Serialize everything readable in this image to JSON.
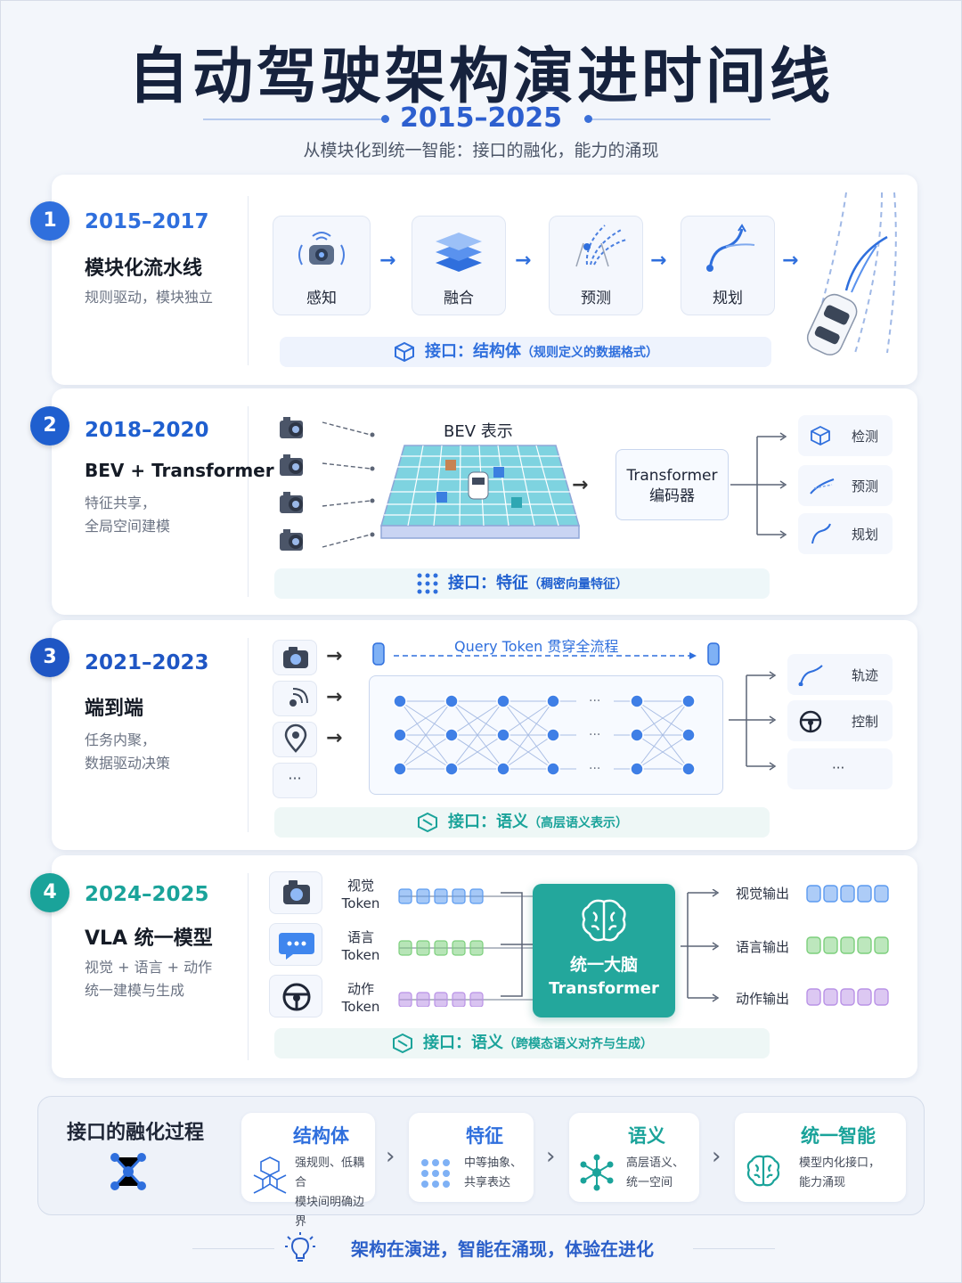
{
  "header": {
    "title": "自动驾驶架构演进时间线",
    "years": "2015–2025",
    "subtitle": "从模块化到统一智能：接口的融化，能力的涌现"
  },
  "eras": [
    {
      "num": "1",
      "years": "2015–2017",
      "name": "模块化流水线",
      "desc": [
        "规则驱动，模块独立"
      ],
      "color": "#2f6fdd",
      "stages": [
        "感知",
        "融合",
        "预测",
        "规划"
      ],
      "interface": {
        "label": "接口：结构体",
        "note": "（规则定义的数据格式）"
      }
    },
    {
      "num": "2",
      "years": "2018–2020",
      "name": "BEV + Transformer",
      "desc": [
        "特征共享，",
        "全局空间建模"
      ],
      "color": "#1f5fcf",
      "bev_label": "BEV 表示",
      "encoder": [
        "Transformer",
        "编码器"
      ],
      "outputs": [
        "检测",
        "预测",
        "规划"
      ],
      "interface": {
        "label": "接口：特征",
        "note": "（稠密向量特征）"
      }
    },
    {
      "num": "3",
      "years": "2021–2023",
      "name": "端到端",
      "desc": [
        "任务内聚，",
        "数据驱动决策"
      ],
      "color": "#1f56c4",
      "query_label": "Query Token 贯穿全流程",
      "inputs_more": "···",
      "outputs": [
        "轨迹",
        "控制",
        "···"
      ],
      "interface": {
        "label": "接口：语义",
        "note": "（高层语义表示）"
      }
    },
    {
      "num": "4",
      "years": "2024–2025",
      "name": "VLA 统一模型",
      "desc": [
        "视觉 + 语言 + 动作",
        "统一建模与生成"
      ],
      "color": "#1aa39a",
      "tokens": [
        {
          "name": "视觉",
          "suffix": "Token"
        },
        {
          "name": "语言",
          "suffix": "Token"
        },
        {
          "name": "动作",
          "suffix": "Token"
        }
      ],
      "brain": [
        "统一大脑",
        "Transformer"
      ],
      "outputs": [
        "视觉输出",
        "语言输出",
        "动作输出"
      ],
      "interface": {
        "label": "接口：语义",
        "note": "（跨模态语义对齐与生成）"
      }
    }
  ],
  "bottom": {
    "title": "接口的融化过程",
    "steps": [
      {
        "title": "结构体",
        "desc": [
          "强规则、低耦合",
          "模块间明确边界"
        ],
        "color": "#2f6fdd"
      },
      {
        "title": "特征",
        "desc": [
          "中等抽象、",
          "共享表达"
        ],
        "color": "#2f6fdd"
      },
      {
        "title": "语义",
        "desc": [
          "高层语义、",
          "统一空间"
        ],
        "color": "#1aa39a"
      },
      {
        "title": "统一智能",
        "desc": [
          "模型内化接口，",
          "能力涌现"
        ],
        "color": "#1aa39a"
      }
    ]
  },
  "footer": "架构在演进，智能在涌现，体验在进化",
  "colors": {
    "blue": "#2f6fdd",
    "teal": "#1aa39a",
    "vision_token": "#5b9af0",
    "language_token": "#7ccf7c",
    "action_token": "#b992e6"
  }
}
